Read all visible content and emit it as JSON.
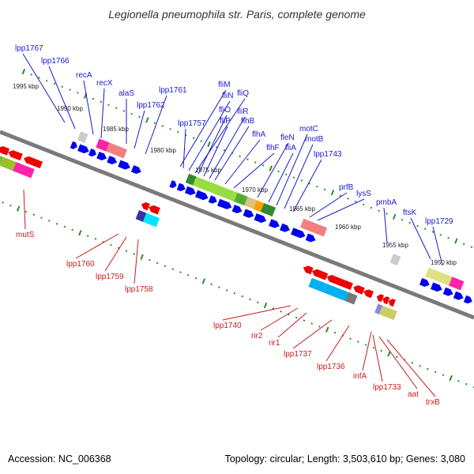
{
  "title": "Legionella pneumophila str. Paris, complete genome",
  "footer": {
    "accession": "Accession: NC_006368",
    "summary": "Topology: circular; Length: 3,503,610 bp; Genes: 3,080"
  },
  "colors": {
    "forward_label": "#1a1acc",
    "reverse_label": "#cc1a1a",
    "backbone": "#808080",
    "tick": "#2e8b2e",
    "forward_gene": "#0000ee",
    "reverse_gene": "#ee0000"
  },
  "scale_labels": [
    "1995 kbp",
    "1990 kbp",
    "1985 kbp",
    "1980 kbp",
    "1975 kbp",
    "1970 kbp",
    "1965 kbp",
    "1960 kbp",
    "1955 kbp",
    "1950 kbp"
  ],
  "forward_labels": [
    "lpp1767",
    "lpp1766",
    "recA",
    "recX",
    "alaS",
    "lpp1762",
    "lpp1761",
    "fliM",
    "fliN",
    "fliQ",
    "lpp1757",
    "fliO",
    "fliP",
    "fliR",
    "flhB",
    "flhA",
    "fleN",
    "flhF",
    "fliA",
    "motC",
    "motB",
    "lpp1743",
    "prfB",
    "lysS",
    "pmbA",
    "ftsK",
    "lpp1729"
  ],
  "reverse_labels": [
    "mutS",
    "lpp1760",
    "lpp1759",
    "lpp1758",
    "lpp1740",
    "rir2",
    "rir1",
    "lpp1737",
    "lpp1736",
    "infA",
    "lpp1733",
    "aat",
    "trxB"
  ]
}
